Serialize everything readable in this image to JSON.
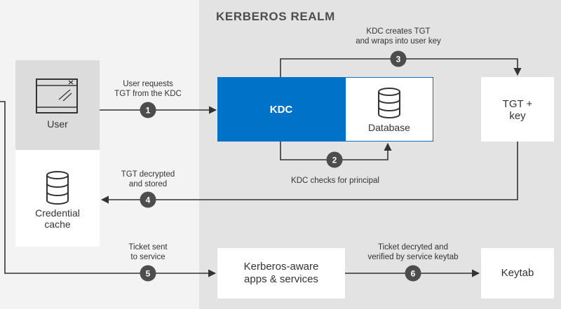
{
  "realm": {
    "title": "KERBEROS REALM"
  },
  "boxes": {
    "user": "User",
    "credential_cache_line1": "Credential",
    "credential_cache_line2": "cache",
    "kdc": "KDC",
    "database": "Database",
    "tgt_key_line1": "TGT +",
    "tgt_key_line2": "key",
    "apps_line1": "Kerberos-aware",
    "apps_line2": "apps & services",
    "keytab": "Keytab"
  },
  "steps": [
    {
      "number": "1",
      "caption_line1": "User requests",
      "caption_line2": "TGT from the KDC"
    },
    {
      "number": "2",
      "caption_line1": "KDC checks for principal",
      "caption_line2": ""
    },
    {
      "number": "3",
      "caption_line1": "KDC creates TGT",
      "caption_line2": "and wraps into user key"
    },
    {
      "number": "4",
      "caption_line1": "TGT decrypted",
      "caption_line2": "and stored"
    },
    {
      "number": "5",
      "caption_line1": "Ticket sent",
      "caption_line2": "to service"
    },
    {
      "number": "6",
      "caption_line1": "Ticket decryted and",
      "caption_line2": "verified by service keytab"
    }
  ],
  "colors": {
    "kdc_blue": "#0073c9",
    "step_circle": "#4d4d4d",
    "connector": "#333333",
    "realm_background": "#e3e3e3"
  },
  "icons": {
    "user": "window-icon",
    "database": "database-icon",
    "credential_cache": "database-icon"
  }
}
